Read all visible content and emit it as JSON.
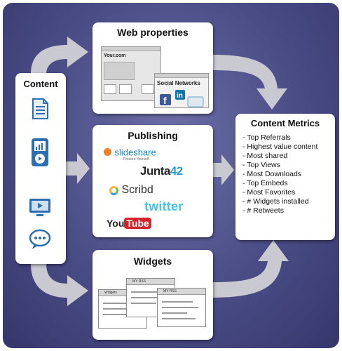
{
  "content": {
    "title": "Content",
    "icons": [
      "document-icon",
      "media-player-icon",
      "video-screen-icon",
      "chat-bubble-icon"
    ]
  },
  "web": {
    "title": "Web properties",
    "site_label": "Your.com",
    "social_label": "Social Networks"
  },
  "publishing": {
    "title": "Publishing",
    "logos": {
      "slideshare": "slideshare",
      "slideshare_tag": "Present Yourself",
      "junta": "Junta",
      "junta_num": "42",
      "scribd": "Scribd",
      "twitter": "twitter",
      "youtube_you": "You",
      "youtube_tube": "Tube"
    }
  },
  "widgets": {
    "title": "Widgets",
    "win1": "Widgets",
    "win2": "MY RSS",
    "win3": "MY RSS"
  },
  "metrics": {
    "title": "Content Metrics",
    "items": [
      "- Top Referrals",
      "- Highest value content",
      "- Most shared",
      "- Top Views",
      "- Most Downloads",
      "- Top Embeds",
      "- Most Favorites",
      "- # Widgets installed",
      "- # Retweets"
    ]
  },
  "colors": {
    "background": "#4a4c86",
    "arrow": "#c9c9d2",
    "twitter": "#3ec6ef",
    "youtube_red": "#d42428",
    "slideshare_orange": "#e98325",
    "slideshare_blue": "#1b8ac9",
    "icon_blue": "#2d6fb3"
  }
}
